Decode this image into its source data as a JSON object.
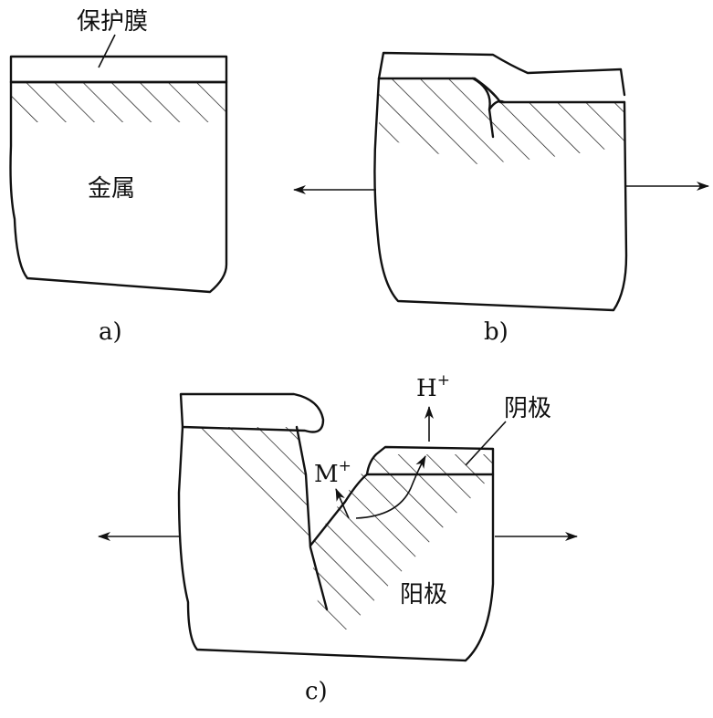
{
  "figure_a": {
    "film_label": "保护膜",
    "metal_label": "金属",
    "caption": "a)"
  },
  "figure_b": {
    "caption": "b)"
  },
  "figure_c": {
    "h_label": "H",
    "h_sup": "+",
    "m_label": "M",
    "m_sup": "+",
    "cathode_label": "阴极",
    "anode_label": "阳极",
    "caption": "c)"
  },
  "colors": {
    "ink": "#111111",
    "background": "#ffffff"
  }
}
